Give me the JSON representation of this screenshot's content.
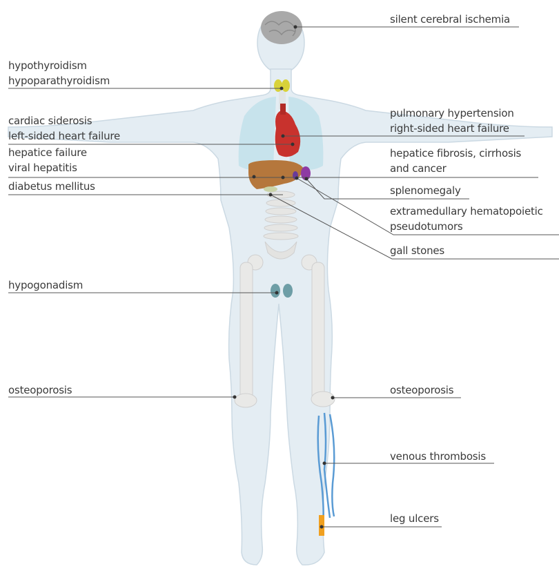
{
  "labels": {
    "brain": [
      "silent cerebral ischemia"
    ],
    "thyroid": [
      "hypothyroidism",
      "hypoparathyroidism"
    ],
    "heart_left": [
      "cardiac siderosis",
      "left-sided heart failure"
    ],
    "heart_right": [
      "pulmonary hypertension",
      "right-sided heart failure"
    ],
    "liver_left": [
      "hepatice failure",
      "viral hepatitis"
    ],
    "liver_right": [
      "hepatice fibrosis, cirrhosis",
      "and cancer"
    ],
    "pancreas": [
      "diabetus mellitus"
    ],
    "spleen": [
      "splenomegaly"
    ],
    "hematopoietic": [
      "extramedullary hematopoietic",
      "pseudotumors"
    ],
    "gallbladder": [
      "gall stones"
    ],
    "gonads": [
      "hypogonadism"
    ],
    "femur_left": [
      "osteoporosis"
    ],
    "femur_right": [
      "osteoporosis"
    ],
    "veins": [
      "venous thrombosis"
    ],
    "ulcer": [
      "leg ulcers"
    ]
  },
  "colors": {
    "body": "#e4edf3",
    "body_outline": "#cbd9e3",
    "bone": "#e9e9e7",
    "lung": "#bfe0ea",
    "heart": "#c8322d",
    "liver": "#b5773c",
    "spleen": "#8e3aa3",
    "thyroid": "#d8d23a",
    "gonad": "#6e9ea6",
    "vein": "#5a9bd4",
    "ulcer": "#f0a020",
    "brain": "#a9a9a9",
    "leader_line": "#555555",
    "text": "#3a3a3a"
  }
}
